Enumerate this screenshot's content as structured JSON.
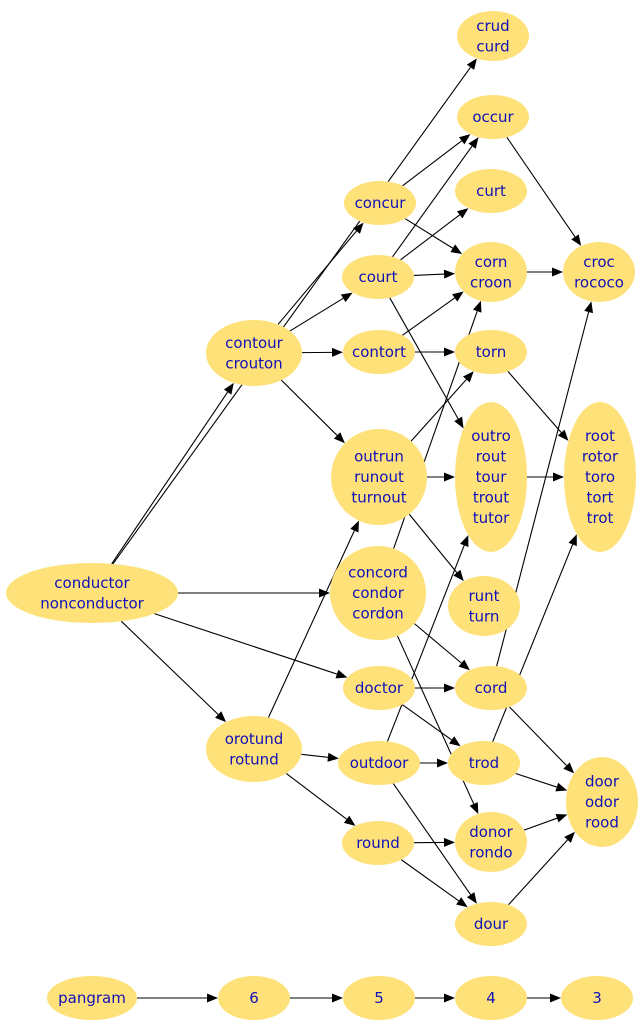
{
  "colors": {
    "node_fill": "#ffe17a",
    "label_text": "#1010b8",
    "edge": "#000000",
    "background": "#ffffff"
  },
  "nodes": [
    {
      "id": "crud",
      "lines": [
        "crud",
        "curd"
      ]
    },
    {
      "id": "occur",
      "lines": [
        "occur"
      ]
    },
    {
      "id": "curt",
      "lines": [
        "curt"
      ]
    },
    {
      "id": "concur",
      "lines": [
        "concur"
      ]
    },
    {
      "id": "corn",
      "lines": [
        "corn",
        "croon"
      ]
    },
    {
      "id": "croc",
      "lines": [
        "croc",
        "rococo"
      ]
    },
    {
      "id": "court",
      "lines": [
        "court"
      ]
    },
    {
      "id": "contour",
      "lines": [
        "contour",
        "crouton"
      ]
    },
    {
      "id": "contort",
      "lines": [
        "contort"
      ]
    },
    {
      "id": "torn",
      "lines": [
        "torn"
      ]
    },
    {
      "id": "outrun",
      "lines": [
        "outrun",
        "runout",
        "turnout"
      ]
    },
    {
      "id": "outro",
      "lines": [
        "outro",
        "rout",
        "tour",
        "trout",
        "tutor"
      ]
    },
    {
      "id": "root",
      "lines": [
        "root",
        "rotor",
        "toro",
        "tort",
        "trot"
      ]
    },
    {
      "id": "conductor",
      "lines": [
        "conductor",
        "nonconductor"
      ]
    },
    {
      "id": "concord",
      "lines": [
        "concord",
        "condor",
        "cordon"
      ]
    },
    {
      "id": "runt",
      "lines": [
        "runt",
        "turn"
      ]
    },
    {
      "id": "doctor",
      "lines": [
        "doctor"
      ]
    },
    {
      "id": "cord",
      "lines": [
        "cord"
      ]
    },
    {
      "id": "orotund",
      "lines": [
        "orotund",
        "rotund"
      ]
    },
    {
      "id": "outdoor",
      "lines": [
        "outdoor"
      ]
    },
    {
      "id": "trod",
      "lines": [
        "trod"
      ]
    },
    {
      "id": "door",
      "lines": [
        "door",
        "odor",
        "rood"
      ]
    },
    {
      "id": "round",
      "lines": [
        "round"
      ]
    },
    {
      "id": "donor",
      "lines": [
        "donor",
        "rondo"
      ]
    },
    {
      "id": "dour",
      "lines": [
        "dour"
      ]
    },
    {
      "id": "pangram",
      "lines": [
        "pangram"
      ]
    },
    {
      "id": "l6",
      "lines": [
        "6"
      ]
    },
    {
      "id": "l5",
      "lines": [
        "5"
      ]
    },
    {
      "id": "l4",
      "lines": [
        "4"
      ]
    },
    {
      "id": "l3",
      "lines": [
        "3"
      ]
    }
  ],
  "edges": [
    [
      "conductor",
      "crud"
    ],
    [
      "conductor",
      "contour"
    ],
    [
      "conductor",
      "concord"
    ],
    [
      "conductor",
      "doctor"
    ],
    [
      "conductor",
      "orotund"
    ],
    [
      "contour",
      "concur"
    ],
    [
      "contour",
      "court"
    ],
    [
      "contour",
      "contort"
    ],
    [
      "contour",
      "outrun"
    ],
    [
      "concur",
      "occur"
    ],
    [
      "concur",
      "corn"
    ],
    [
      "court",
      "occur"
    ],
    [
      "court",
      "curt"
    ],
    [
      "court",
      "corn"
    ],
    [
      "court",
      "outro"
    ],
    [
      "contort",
      "corn"
    ],
    [
      "contort",
      "torn"
    ],
    [
      "occur",
      "croc"
    ],
    [
      "corn",
      "croc"
    ],
    [
      "torn",
      "root"
    ],
    [
      "outrun",
      "torn"
    ],
    [
      "outrun",
      "outro"
    ],
    [
      "outrun",
      "runt"
    ],
    [
      "outro",
      "root"
    ],
    [
      "concord",
      "corn"
    ],
    [
      "concord",
      "cord"
    ],
    [
      "concord",
      "donor"
    ],
    [
      "doctor",
      "cord"
    ],
    [
      "doctor",
      "trod"
    ],
    [
      "orotund",
      "outrun"
    ],
    [
      "orotund",
      "outdoor"
    ],
    [
      "orotund",
      "round"
    ],
    [
      "outdoor",
      "outro"
    ],
    [
      "outdoor",
      "trod"
    ],
    [
      "outdoor",
      "dour"
    ],
    [
      "cord",
      "croc"
    ],
    [
      "cord",
      "door"
    ],
    [
      "trod",
      "root"
    ],
    [
      "trod",
      "door"
    ],
    [
      "round",
      "donor"
    ],
    [
      "round",
      "dour"
    ],
    [
      "donor",
      "door"
    ],
    [
      "dour",
      "door"
    ],
    [
      "pangram",
      "l6"
    ],
    [
      "l6",
      "l5"
    ],
    [
      "l5",
      "l4"
    ],
    [
      "l4",
      "l3"
    ]
  ]
}
